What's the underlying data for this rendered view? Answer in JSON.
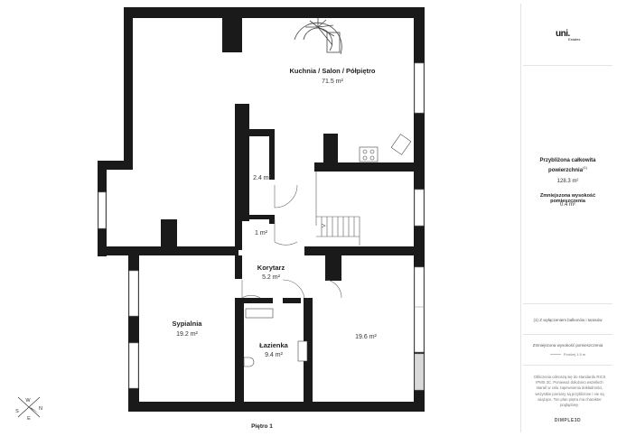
{
  "floor_label": "Piętro 1",
  "rooms": [
    {
      "id": "kuchnia",
      "name": "Kuchnia / Salon / Półpiętro",
      "area": "71.5 m²"
    },
    {
      "id": "closet-a",
      "name": "",
      "area": "2.4 m²"
    },
    {
      "id": "closet-b",
      "name": "",
      "area": "1 m²"
    },
    {
      "id": "korytarz",
      "name": "Korytarz",
      "area": "5.2 m²"
    },
    {
      "id": "sypialnia",
      "name": "Sypialnia",
      "area": "19.2 m²"
    },
    {
      "id": "lazienka",
      "name": "Łazienka",
      "area": "9.4 m²"
    },
    {
      "id": "room-se",
      "name": "",
      "area": "19.6 m²"
    }
  ],
  "compass": {
    "n": "N",
    "e": "E",
    "s": "S",
    "w": "W"
  },
  "sidebar": {
    "logo_mark": "uni.",
    "logo_sub": "Estates",
    "total_label": "Przybliżona całkowita powierzchnia",
    "total_note_mark": "(1)",
    "total_value": "128.3 m²",
    "reduced_label": "Zmniejszona wysokość pomieszczenia",
    "reduced_value": "0.4 m²",
    "footnote": "(1) Z wyłączeniem balkonów i tarasów",
    "legend_title": "Zmniejszona wysokość pomieszczenia",
    "legend_item": "Poniżej 1.5 m",
    "disclaimer": "Obliczenia odnoszą się do standardu RICS IPMS 3C. Ponieważ dołożono wszelkich starań w celu zapewnienia dokładności, wszystkie pomiary są przybliżone i nie są wiążące. Ten plan piętra ma charakter poglądowy.",
    "brand": "DIMPLE3D"
  },
  "colors": {
    "wall": "#1a1a1a",
    "background": "#ffffff",
    "reduced_height": "#d9d9d9",
    "accent": "#1fa98b"
  }
}
